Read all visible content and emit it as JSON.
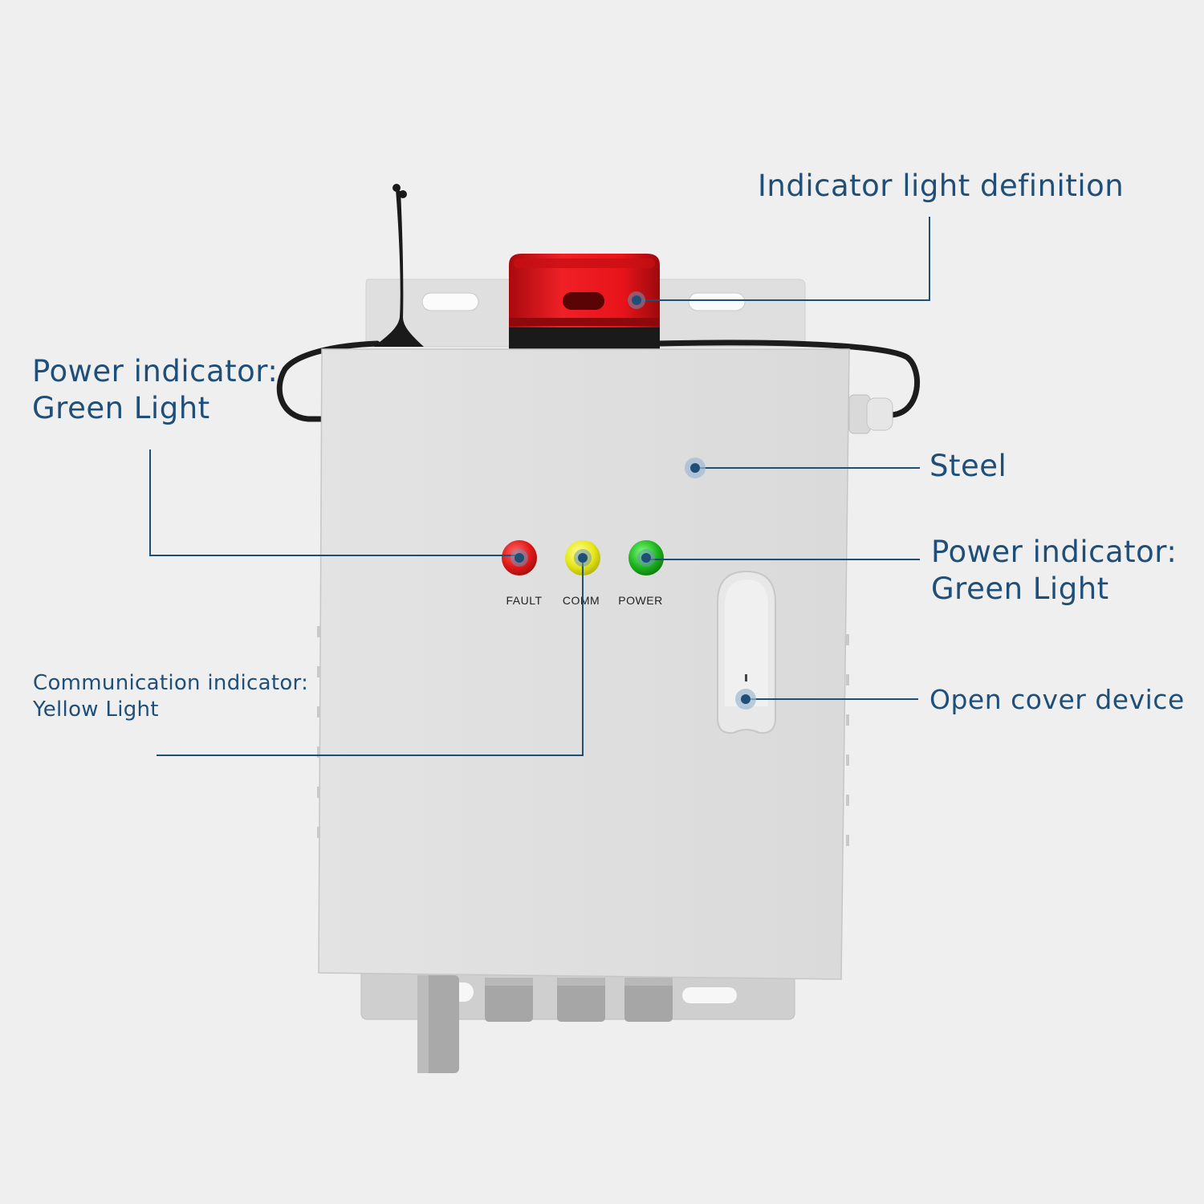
{
  "callouts": {
    "indicator_light_definition": "Indicator light definition",
    "power_left_line1": "Power indicator:",
    "power_left_line2": "Green Light",
    "steel": "Steel",
    "power_right_line1": "Power indicator:",
    "power_right_line2": "Green Light",
    "comm_line1": "Communication indicator:",
    "comm_line2": "Yellow Light",
    "open_cover": "Open cover device"
  },
  "panel_labels": {
    "fault": "FAULT",
    "comm": "COMM",
    "power": "POWER"
  },
  "colors": {
    "label_text": "#1f4f78",
    "leader_line": "#1f4f78",
    "background": "#efefef",
    "fault_light": "#e01919",
    "comm_light": "#e6e619",
    "power_light": "#1fb51f",
    "beacon_red": "#e8141a"
  }
}
